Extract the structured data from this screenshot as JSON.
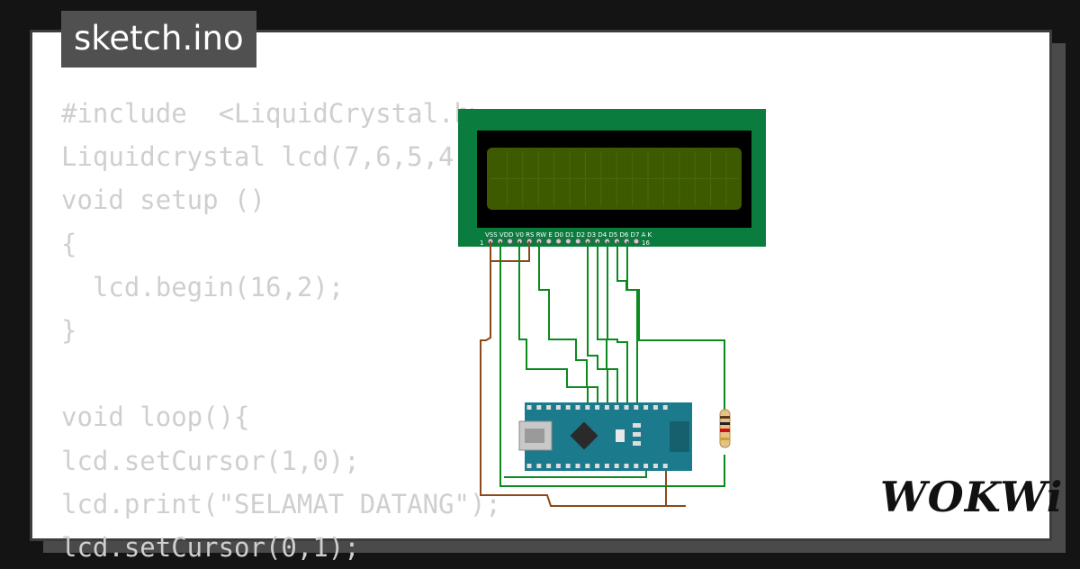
{
  "tab": {
    "filename": "sketch.ino"
  },
  "code_lines": [
    "#include  <LiquidCrystal.h>",
    "Liquidcrystal lcd(7,6,5,4,3,2);",
    "void setup ()",
    "{",
    "  lcd.begin(16,2);",
    "}",
    "",
    "void loop(){",
    "lcd.setCursor(1,0);",
    "lcd.print(\"SELAMAT DATANG\");",
    "lcd.setCursor(0,1);"
  ],
  "lcd": {
    "pin_labels": "VSS VDD V0 RS RW E D0 D1 D2 D3 D4 D5 D6 D7 A K",
    "pin_first": "1",
    "pin_last": "16"
  },
  "brand": {
    "logo_text": "WOKWi"
  },
  "colors": {
    "lcd_board": "#0a7d3e",
    "lcd_screen": "#3d5a00",
    "nano_board": "#1b7a8c",
    "wire_green": "#0b8a1e",
    "wire_brown": "#8b4a1a"
  }
}
